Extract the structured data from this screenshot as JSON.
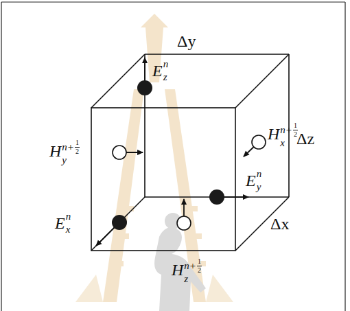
{
  "diagram": {
    "labels": [
      "Δy",
      "E",
      "z",
      "n",
      "H",
      "x",
      "n+",
      "1",
      "2",
      "Δz",
      "H",
      "y",
      "n+",
      "1",
      "2",
      "E",
      "y",
      "n",
      "E",
      "x",
      "n",
      "Δx",
      "H",
      "z",
      "n+",
      "1",
      "2"
    ]
  }
}
